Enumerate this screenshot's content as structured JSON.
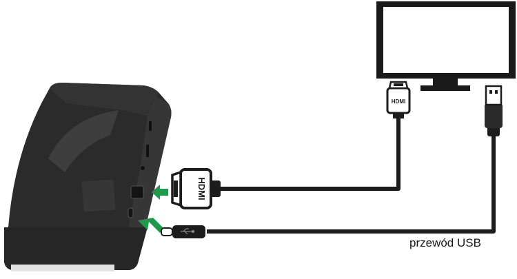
{
  "labels": {
    "hdmi_plug_large": "HDMI",
    "hdmi_plug_small": "HDMI",
    "usb_cable": "przewód USB"
  },
  "colors": {
    "device_body": "#2b2b2b",
    "device_face": "#3a3a3a",
    "cable": "#1c1c1c",
    "arrow": "#1f9a4a",
    "tv_frame": "#1a1a1a"
  },
  "icons": {
    "arrow_hdmi": "right-arrow-icon",
    "arrow_usb": "up-right-arrow-icon",
    "usb_symbol": "usb-icon"
  }
}
